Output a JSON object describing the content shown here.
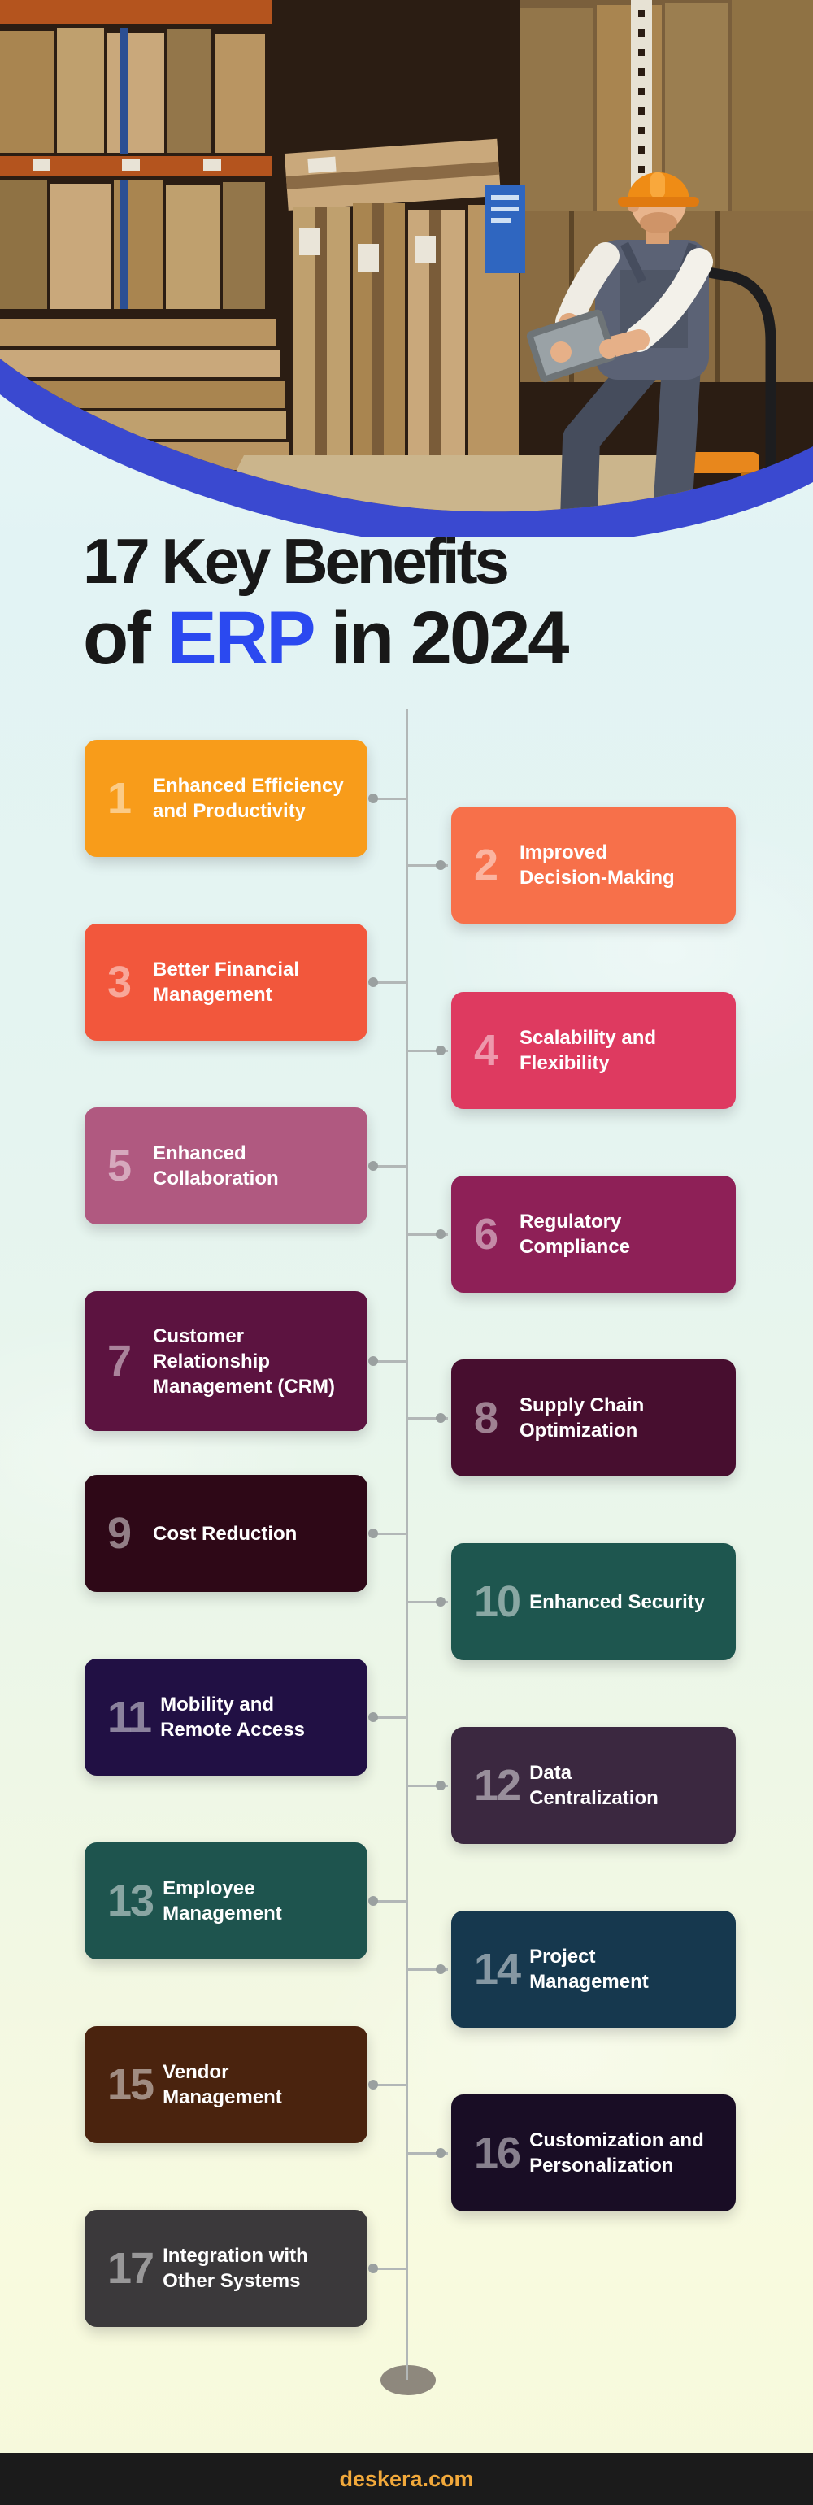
{
  "title": {
    "line1": "17 Key Benefits",
    "line2_prefix": "of ",
    "line2_highlight": "ERP",
    "line2_suffix": " in 2024",
    "highlight_color": "#2B49F0",
    "text_color": "#181818"
  },
  "header": {
    "curve_color": "#3A49D0",
    "photo": "warehouse-worker-with-tablet"
  },
  "timeline": {
    "line_color": "#b2b7b7",
    "node_color": "#9aa0a0",
    "base_color": "#8e887d"
  },
  "items": [
    {
      "number": "1",
      "label": "Enhanced Efficiency\nand Productivity",
      "color": "#F89C1A",
      "side": "left"
    },
    {
      "number": "2",
      "label": "Improved\nDecision-Making",
      "color": "#F7704A",
      "side": "right"
    },
    {
      "number": "3",
      "label": "Better Financial\nManagement",
      "color": "#F2573C",
      "side": "left"
    },
    {
      "number": "4",
      "label": "Scalability and\nFlexibility",
      "color": "#DE3A60",
      "side": "right"
    },
    {
      "number": "5",
      "label": "Enhanced\nCollaboration",
      "color": "#B05980",
      "side": "left"
    },
    {
      "number": "6",
      "label": "Regulatory\nCompliance",
      "color": "#8E2057",
      "side": "right"
    },
    {
      "number": "7",
      "label": "Customer\nRelationship\nManagement (CRM)",
      "color": "#5C1340",
      "side": "left"
    },
    {
      "number": "8",
      "label": "Supply Chain\nOptimization",
      "color": "#470E2F",
      "side": "right"
    },
    {
      "number": "9",
      "label": "Cost Reduction",
      "color": "#2E0817",
      "side": "left"
    },
    {
      "number": "10",
      "label": "Enhanced Security",
      "color": "#1E564F",
      "side": "right"
    },
    {
      "number": "11",
      "label": "Mobility and\nRemote Access",
      "color": "#211044",
      "side": "left"
    },
    {
      "number": "12",
      "label": "Data\nCentralization",
      "color": "#3B2840",
      "side": "right"
    },
    {
      "number": "13",
      "label": "Employee\nManagement",
      "color": "#1E544E",
      "side": "left"
    },
    {
      "number": "14",
      "label": "Project\nManagement",
      "color": "#16384E",
      "side": "right"
    },
    {
      "number": "15",
      "label": "Vendor\nManagement",
      "color": "#4A230E",
      "side": "left"
    },
    {
      "number": "16",
      "label": "Customization and\nPersonalization",
      "color": "#190D25",
      "side": "right"
    },
    {
      "number": "17",
      "label": "Integration with\nOther Systems",
      "color": "#3B393B",
      "side": "left"
    }
  ],
  "footer": {
    "site": "deskera.com",
    "bg_color": "#1b1b1b",
    "text_color": "#F2A93B"
  }
}
